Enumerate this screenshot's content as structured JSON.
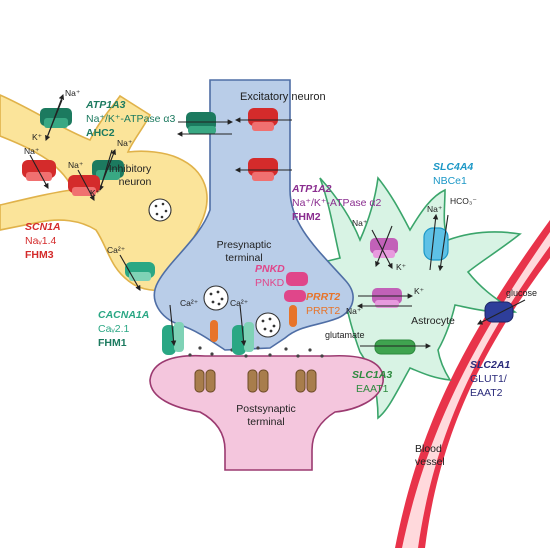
{
  "labels": {
    "excitatory_neuron": "Excitatory neuron",
    "inhibitory_neuron_1": "Inhibitory",
    "inhibitory_neuron_2": "neuron",
    "presynaptic_1": "Presynaptic",
    "presynaptic_2": "terminal",
    "postsynaptic_1": "Postsynaptic",
    "postsynaptic_2": "terminal",
    "astrocyte": "Astrocyte",
    "blood_vessel_1": "Blood",
    "blood_vessel_2": "vessel",
    "glutamate": "glutamate",
    "glucose": "glucose"
  },
  "genes": {
    "atp1a3": {
      "gene": "ATP1A3",
      "protein": "Na⁺/K⁺-ATPase α3",
      "disease": "AHC2"
    },
    "scn1a": {
      "gene": "SCN1A",
      "protein": "Naᵥ1.4",
      "disease": "FHM3"
    },
    "cacna1a": {
      "gene": "CACNA1A",
      "protein": "Caᵥ2.1",
      "disease": "FHM1"
    },
    "atp1a2": {
      "gene": "ATP1A2",
      "protein": "Na⁺/K⁺-ATPase α2",
      "disease": "FHM2"
    },
    "slc4a4": {
      "gene": "SLC4A4",
      "protein": "NBCe1"
    },
    "pnkd": {
      "gene": "PNKD",
      "protein": "PNKD"
    },
    "prrt2": {
      "gene": "PRRT2",
      "protein": "PRRT2"
    },
    "slc1a3": {
      "gene": "SLC1A3",
      "protein": "EAAT1"
    },
    "slc2a1": {
      "gene": "SLC2A1",
      "protein_1": "GLUT1/",
      "protein_2": "EAAT2"
    }
  },
  "ions": {
    "na": "Na⁺",
    "k": "K⁺",
    "ca": "Ca²⁺",
    "hco3": "HCO₃⁻"
  },
  "colors": {
    "atp1a3": "#1c7a5f",
    "scn1a": "#d42b2b",
    "cacna1a": "#2aa784",
    "atp1a2": "#8a2d8f",
    "slc4a4": "#1b97c6",
    "pnkd": "#e0468a",
    "prrt2": "#e7742a",
    "slc1a3": "#2d8a3e",
    "slc2a1": "#2a2a7a",
    "excitatory_fill": "#b9cde8",
    "inhibitory_fill": "#fbe49a",
    "astrocyte_fill": "#d8f3e4",
    "postsynaptic_fill": "#f4c6dd",
    "vessel_fill": "#e8334a"
  }
}
